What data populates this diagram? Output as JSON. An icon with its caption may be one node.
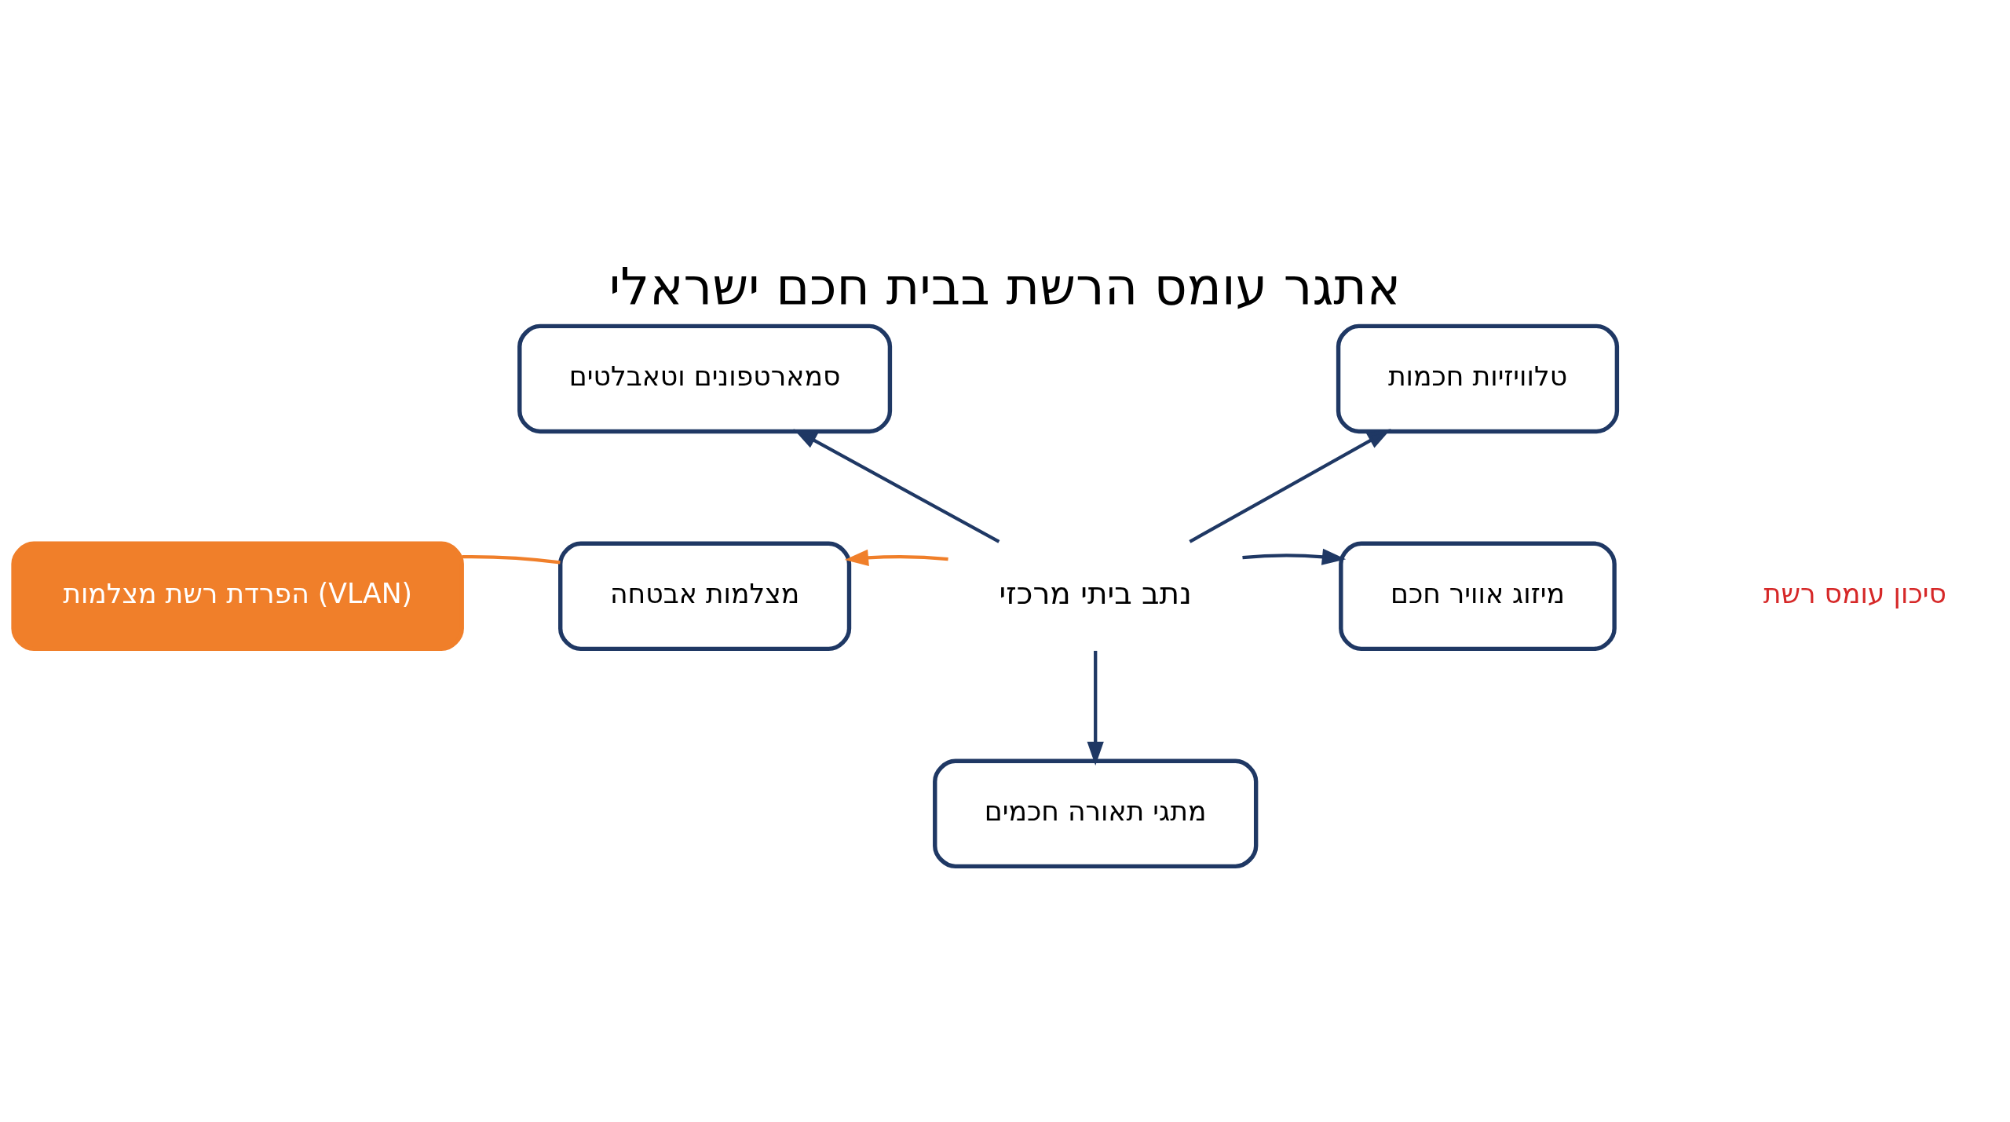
{
  "diagram": {
    "title": "אתגר עומס הרשת בבית חכם ישראלי",
    "nodes": [
      {
        "text": [
          "סמארטפונים וטאבלטים"
        ]
      },
      {
        "text": [
          "טלוויזיות חכמות"
        ]
      },
      {
        "text": [
          "הפרדת רשת מצלמות (VLAN)"
        ]
      },
      {
        "text": [
          "מצלמות אבטחה"
        ]
      },
      {
        "text": [
          "נתב ביתי מרכזי"
        ]
      },
      {
        "text": [
          "מיזוג אוויר חכם"
        ]
      },
      {
        "text": [
          "מתגי תאורה חכמים"
        ]
      }
    ],
    "edges": [
      {
        "from": 4,
        "to": 0,
        "arrow": "to"
      },
      {
        "from": 4,
        "to": 1,
        "arrow": "to"
      },
      {
        "from": 4,
        "to": 3,
        "arrow": "to",
        "color": "#f07f2a"
      },
      {
        "from": 4,
        "to": 5,
        "arrow": "to"
      },
      {
        "from": 4,
        "to": 6,
        "arrow": "to"
      },
      {
        "from": 2,
        "to": 3,
        "arrow": "none",
        "color": "#f07f2a"
      }
    ],
    "legend": [
      {
        "text": "סיכון עומס רשת"
      }
    ]
  }
}
